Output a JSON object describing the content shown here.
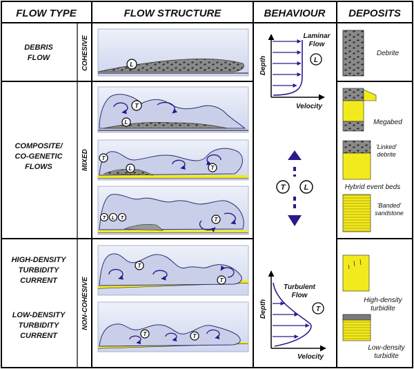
{
  "headers": {
    "flow_type": "FLOW TYPE",
    "flow_structure": "FLOW STRUCTURE",
    "behaviour": "BEHAVIOUR",
    "deposits": "DEPOSITS"
  },
  "flow_types": {
    "debris_line1": "DEBRIS",
    "debris_line2": "FLOW",
    "composite_line1": "COMPOSITE/",
    "composite_line2": "CO-GENETIC",
    "composite_line3": "FLOWS",
    "hd_line1": "HIGH-DENSITY",
    "hd_line2": "TURBIDITY",
    "hd_line3": "CURRENT",
    "ld_line1": "LOW-DENSITY",
    "ld_line2": "TURBIDITY",
    "ld_line3": "CURRENT"
  },
  "cohesion": {
    "cohesive": "COHESIVE",
    "mixed": "MIXED",
    "non_cohesive": "NON-COHESIVE"
  },
  "markers": {
    "laminar": "L",
    "turbulent": "T"
  },
  "behaviour": {
    "laminar_title_1": "Laminar",
    "laminar_title_2": "Flow",
    "turbulent_title_1": "Turbulent",
    "turbulent_title_2": "Flow",
    "depth": "Depth",
    "velocity": "Velocity"
  },
  "deposits": {
    "debrite": "Debrite",
    "megabed": "Megabed",
    "linked_1": "'Linked'",
    "linked_2": "debrite",
    "hybrid": "Hybrid event beds",
    "banded_1": "'Banded'",
    "banded_2": "sandstone",
    "hd_1": "High-density",
    "hd_2": "turbidite",
    "ld_1": "Low-density",
    "ld_2": "turbidite"
  },
  "colors": {
    "flow_fill": "#c9cfe9",
    "flow_stroke": "#2a2f6e",
    "arrow": "#2b1a8c",
    "debris": "#6d6d6d",
    "sand": "#f2ea1c",
    "panel": "#dfe4f3"
  }
}
